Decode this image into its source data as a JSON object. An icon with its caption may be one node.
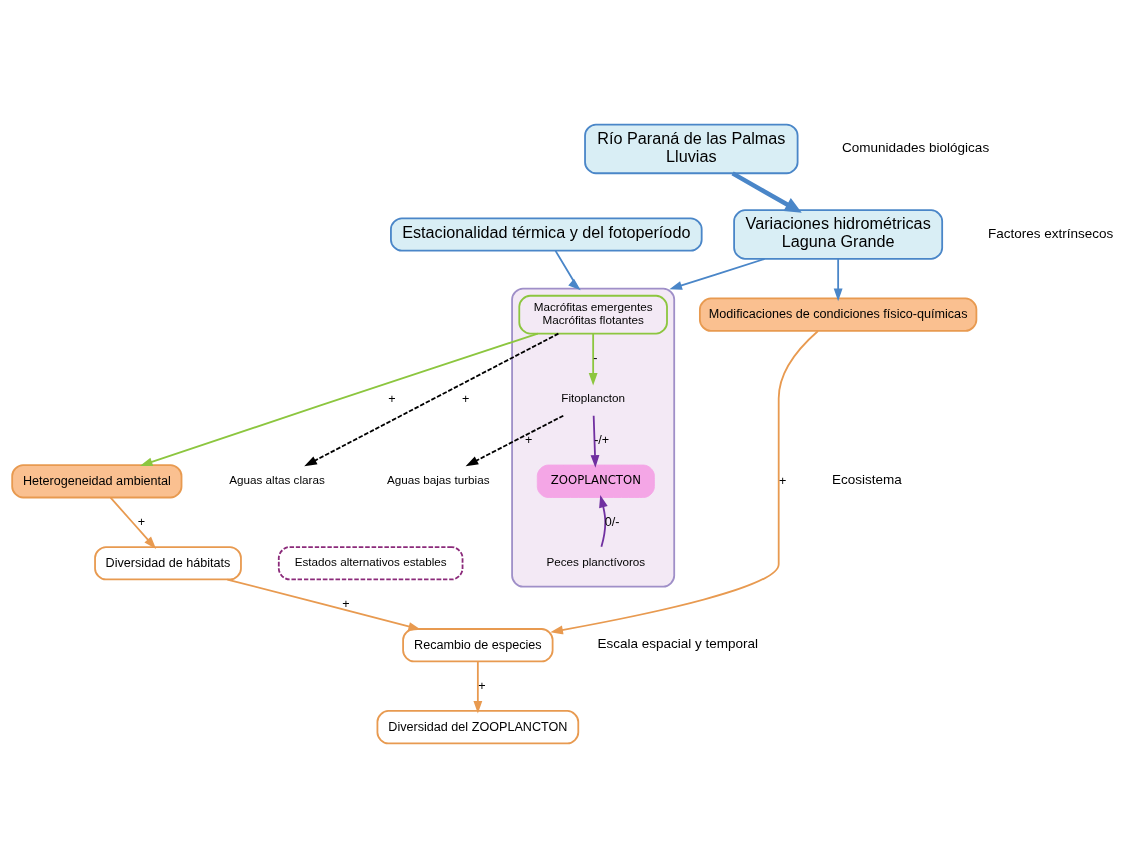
{
  "diagram": {
    "nodes": [
      {
        "text": [
          "Río Paraná de las Palmas",
          "Lluvias"
        ]
      },
      {
        "text": [
          "Estacionalidad térmica y del fotoperíodo"
        ]
      },
      {
        "text": [
          "Variaciones hidrométricas",
          "Laguna Grande"
        ]
      },
      {
        "text": [],
        "shape": "box"
      },
      {
        "text": [
          "Macrófitas emergentes",
          "Macrófitas flotantes"
        ],
        "in": 3
      },
      {
        "text": [
          "Fitoplancton"
        ],
        "in": 3
      },
      {
        "text": [
          "ZOOPLANCTON"
        ],
        "in": 3
      },
      {
        "text": [
          "Peces planctívoros"
        ],
        "in": 3
      },
      {
        "text": [
          "Modificaciones de condiciones físico-químicas"
        ]
      },
      {
        "text": [
          "Recambio de especies"
        ]
      },
      {
        "text": [
          "Diversidad del ZOOPLANCTON"
        ]
      },
      {
        "text": [
          "Diversidad de hábitats"
        ]
      },
      {
        "text": [
          "Heterogeneidad ambiental"
        ]
      },
      {
        "text": [
          "Aguas bajas turbias"
        ]
      },
      {
        "text": [
          "Aguas altas claras"
        ]
      },
      {
        "text": [
          "Estados alternativos estables"
        ]
      }
    ],
    "edges": [
      {
        "from": 0,
        "to": 2,
        "arrow": "to",
        "style": "thick",
        "color": "#4a86c8"
      },
      {
        "from": 1,
        "to": 3,
        "arrow": "to",
        "color": "#4a86c8"
      },
      {
        "from": 2,
        "to": 3,
        "arrow": "to",
        "color": "#4a86c8"
      },
      {
        "from": 2,
        "to": 8,
        "arrow": "to",
        "color": "#4a86c8"
      },
      {
        "from": 4,
        "to": 5,
        "arrow": "to",
        "label": "-",
        "color": "#8cc63f"
      },
      {
        "from": 5,
        "to": 6,
        "arrow": "to",
        "label": "-/+",
        "color": "#7030a0"
      },
      {
        "from": 7,
        "to": 6,
        "arrow": "to",
        "label": "0/-",
        "color": "#7030a0"
      },
      {
        "from": 4,
        "to": 12,
        "arrow": "to",
        "label": "+",
        "color": "#8cc63f"
      },
      {
        "from": 5,
        "to": 13,
        "arrow": "to",
        "label": "+",
        "style": "dashed",
        "color": "#000000"
      },
      {
        "from": 4,
        "to": 14,
        "arrow": "to",
        "label": "+",
        "style": "dashed",
        "color": "#000000"
      },
      {
        "from": 8,
        "to": 9,
        "arrow": "to",
        "label": "+",
        "color": "#e89a50"
      },
      {
        "from": 9,
        "to": 10,
        "arrow": "to",
        "label": "+",
        "color": "#e89a50"
      },
      {
        "from": 11,
        "to": 9,
        "arrow": "to",
        "label": "+",
        "color": "#e89a50"
      },
      {
        "from": 12,
        "to": 11,
        "arrow": "to",
        "label": "+",
        "color": "#e89a50"
      }
    ],
    "labels": [
      "Factores extrínsecos",
      "Comunidades biológicas",
      "Ecosistema",
      "Escala espacial y temporal"
    ]
  }
}
